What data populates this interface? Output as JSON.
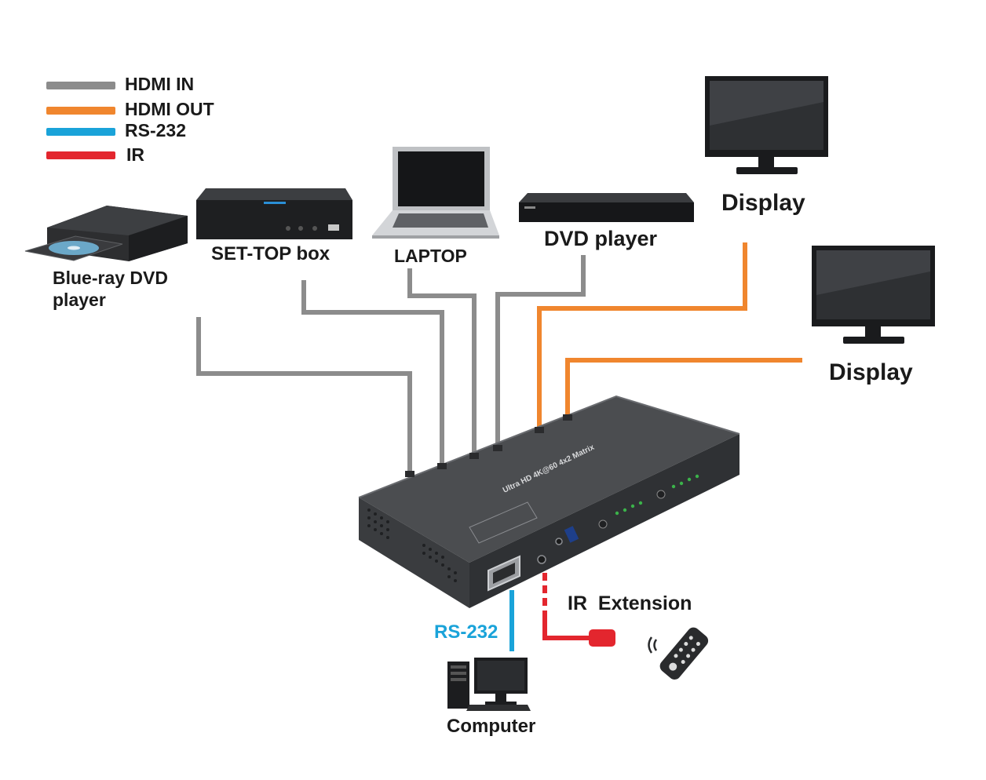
{
  "colors": {
    "hdmi_in": "#8c8c8c",
    "hdmi_out": "#f0862e",
    "rs232": "#1aa3d9",
    "ir": "#e3262e"
  },
  "legend": [
    {
      "label": "HDMI IN",
      "color": "#8c8c8c"
    },
    {
      "label": "HDMI OUT",
      "color": "#f0862e"
    },
    {
      "label": "RS-232",
      "color": "#1aa3d9"
    },
    {
      "label": "IR",
      "color": "#e3262e"
    }
  ],
  "devices": {
    "bluray": "Blue-ray DVD player",
    "settop": "SET-TOP box",
    "laptop": "LAPTOP",
    "dvd": "DVD player",
    "display1": "Display",
    "display2": "Display",
    "computer": "Computer"
  },
  "connections": {
    "rs232": "RS-232",
    "ir": "IR  Extension"
  },
  "matrix": {
    "label": "Ultra HD 4K@60 4x2 Matrix"
  }
}
